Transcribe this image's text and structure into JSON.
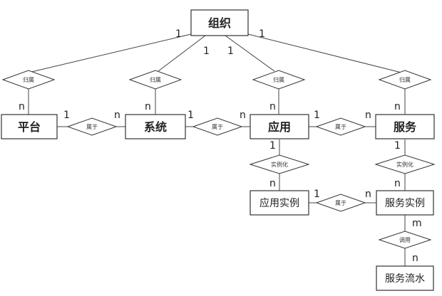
{
  "entities": {
    "org": "组织",
    "platform": "平台",
    "system": "系统",
    "app": "应用",
    "service": "服务",
    "app_instance": "应用实例",
    "service_instance": "服务实例",
    "service_flow": "服务流水"
  },
  "relations": {
    "belong_platform": "归属",
    "belong_system": "归属",
    "belong_app": "归属",
    "belong_service": "归属",
    "platform_system": "属于",
    "system_app": "属于",
    "app_service": "属于",
    "appinst_serviceinst": "属于",
    "app_instantiate": "实例化",
    "service_instantiate": "实例化",
    "invoke": "调用"
  },
  "cardinality": {
    "org_platform": "1",
    "org_system": "1",
    "org_app": "1",
    "org_service": "1",
    "platform_n": "n",
    "system_n": "n",
    "app_n": "n",
    "service_n": "n",
    "platform_1": "1",
    "system_n_left": "n",
    "system_1": "1",
    "app_n_left": "n",
    "app_1": "1",
    "service_n_left": "n",
    "app_1_down": "1",
    "appinst_n": "n",
    "service_1_down": "1",
    "serviceinst_n": "n",
    "appinst_1": "1",
    "serviceinst_n_left": "n",
    "serviceinst_m": "m",
    "flow_n": "n"
  }
}
